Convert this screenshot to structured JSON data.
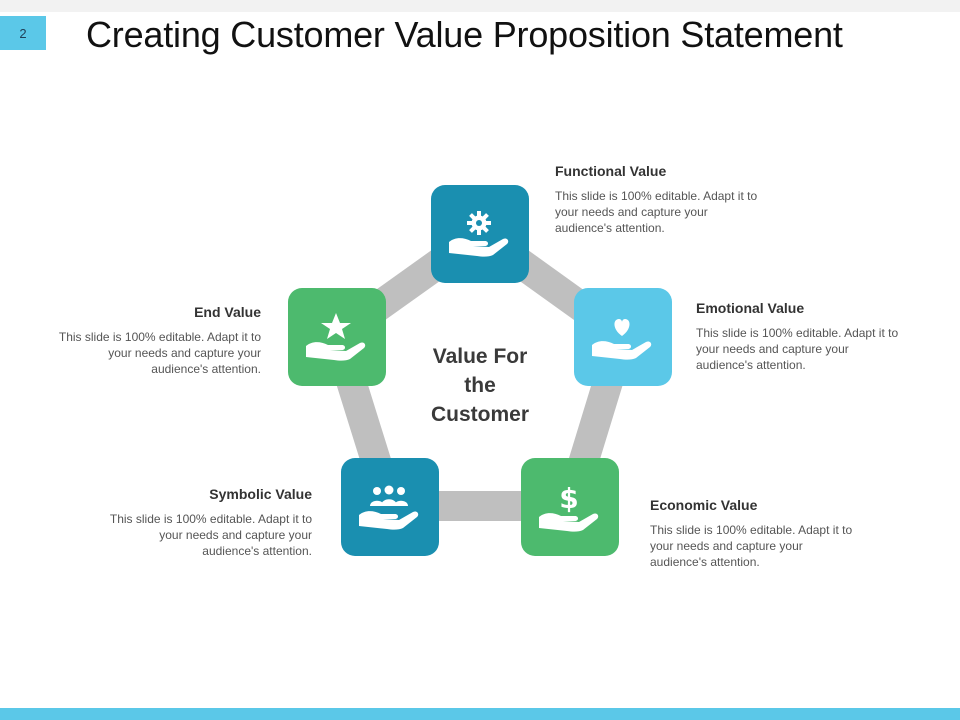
{
  "slide_number": "2",
  "title": "Creating Customer Value Proposition Statement",
  "center_text": [
    "Value For",
    "the",
    "Customer"
  ],
  "colors": {
    "dark_teal": "#1a8fb0",
    "light_blue": "#5bc8e8",
    "green": "#4dba6e",
    "ring": "#bfbfbf",
    "accent_bar": "#5bc8e8"
  },
  "nodes": [
    {
      "id": "functional",
      "title": "Functional Value",
      "text": "This slide is 100% editable. Adapt it to your needs and capture your audience's attention.",
      "icon": "hand-gear-icon",
      "color": "#1a8fb0"
    },
    {
      "id": "emotional",
      "title": "Emotional Value",
      "text": "This slide is 100% editable. Adapt it to your needs and capture your audience's attention.",
      "icon": "hand-heart-icon",
      "color": "#5bc8e8"
    },
    {
      "id": "economic",
      "title": "Economic Value",
      "text": "This slide is 100% editable. Adapt it to your needs and capture your audience's attention.",
      "icon": "hand-dollar-icon",
      "color": "#4dba6e"
    },
    {
      "id": "symbolic",
      "title": "Symbolic Value",
      "text": "This slide is 100% editable. Adapt it to your needs and capture your audience's attention.",
      "icon": "hand-people-icon",
      "color": "#1a8fb0"
    },
    {
      "id": "end",
      "title": "End Value",
      "text": "This slide is 100% editable. Adapt it to your needs and capture your audience's attention.",
      "icon": "hand-star-icon",
      "color": "#4dba6e"
    }
  ]
}
